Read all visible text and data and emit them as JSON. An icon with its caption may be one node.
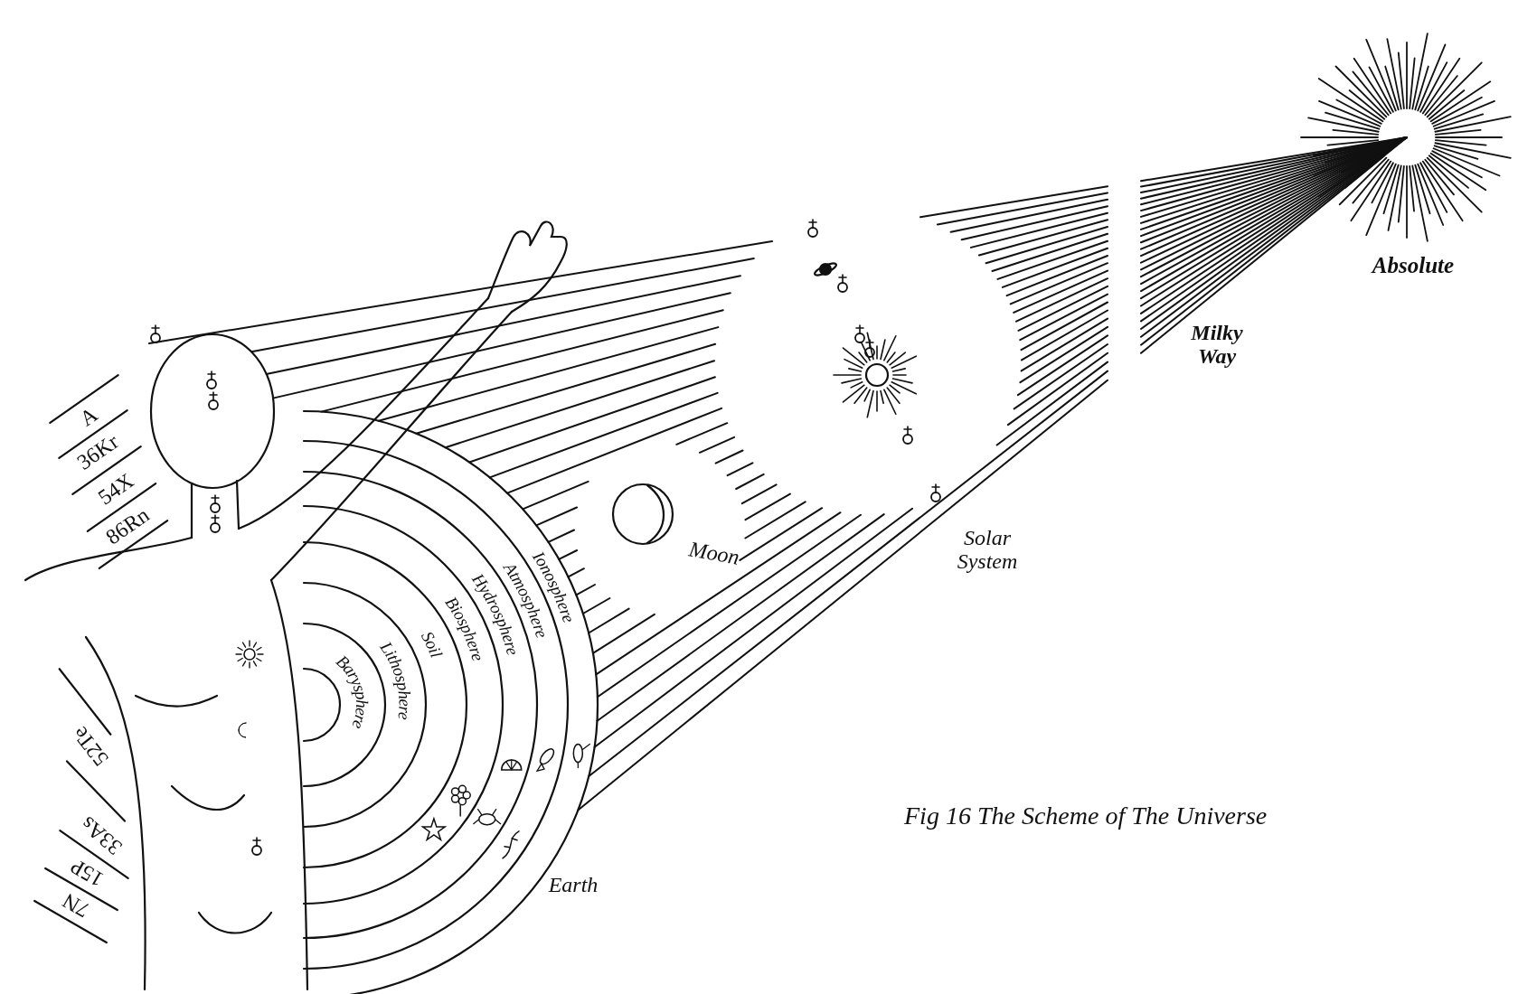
{
  "diagram": {
    "caption": "Fig 16 The Scheme of The Universe",
    "labels": [
      "Absolute",
      "Milky Way",
      "A",
      "36Kr",
      "54X",
      "86Rn",
      "Barysphere",
      "Lithosphere",
      "Soil",
      "Biosphere",
      "Hydrosphere",
      "Atmosphere",
      "Ionosphere",
      "Moon",
      "Solar System",
      "52Te",
      "33As",
      "15P",
      "7N",
      "Earth"
    ]
  }
}
